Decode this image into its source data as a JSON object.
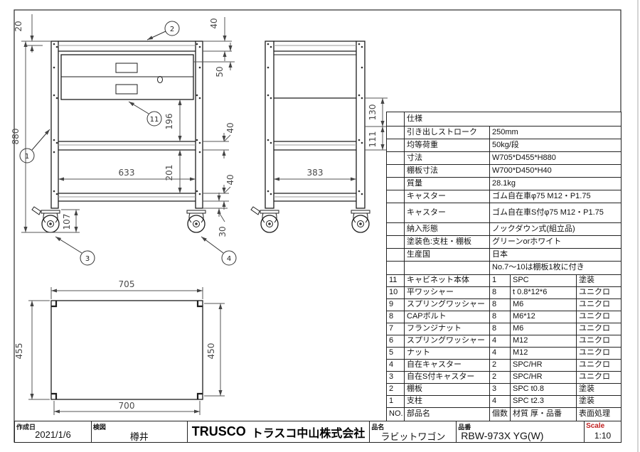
{
  "title_block": {
    "created_label": "作成日",
    "created_value": "2021/1/6",
    "checked_label": "検図",
    "checked_value": "樽井",
    "company_logo": "TRUSCO",
    "company_name": "トラスコ中山株式会社",
    "product_label": "品名",
    "product_value": "ラビットワゴン",
    "part_no_label": "品番",
    "part_no_value": "RBW-973X YG(W)",
    "scale_label": "Scale",
    "scale_value": "1:10",
    "scale_label_color": "#c02020"
  },
  "spec_table": {
    "title": "仕様",
    "rows": [
      {
        "label": "引き出しストローク",
        "value": "250mm"
      },
      {
        "label": "均等荷重",
        "value": "50kg/段"
      },
      {
        "label": "寸法",
        "value": "W705*D455*H880"
      },
      {
        "label": "棚板寸法",
        "value": "W700*D450*H40"
      },
      {
        "label": "質量",
        "value": "28.1kg"
      },
      {
        "label": "キャスター",
        "value": "ゴム自在車φ75 M12・P1.75"
      },
      {
        "label": "キャスター",
        "value": "ゴム自在車S付φ75 M12・P1.75"
      },
      {
        "label": "納入形態",
        "value": "ノックダウン式(組立品)"
      },
      {
        "label": "塗装色:支柱・棚板",
        "value": "グリーンorホワイト"
      },
      {
        "label": "生産国",
        "value": "日本"
      },
      {
        "label": "",
        "value": "No.7～10は棚板1枚に付き"
      }
    ]
  },
  "parts_table": {
    "header": {
      "no": "NO.",
      "name": "部品名",
      "qty": "個数",
      "material": "材質 厚・品番",
      "finish": "表面処理"
    },
    "rows": [
      {
        "no": "11",
        "name": "キャビネット本体",
        "qty": "1",
        "material": "SPC",
        "finish": "塗装"
      },
      {
        "no": "10",
        "name": "平ワッシャー",
        "qty": "8",
        "material": "t 0.8*12*6",
        "finish": "ユニクロ"
      },
      {
        "no": "9",
        "name": "スプリングワッシャー",
        "qty": "8",
        "material": "M6",
        "finish": "ユニクロ"
      },
      {
        "no": "8",
        "name": "CAPボルト",
        "qty": "8",
        "material": "M6*12",
        "finish": "ユニクロ"
      },
      {
        "no": "7",
        "name": "フランジナット",
        "qty": "8",
        "material": "M6",
        "finish": "ユニクロ"
      },
      {
        "no": "6",
        "name": "スプリングワッシャー",
        "qty": "4",
        "material": "M12",
        "finish": "ユニクロ"
      },
      {
        "no": "5",
        "name": "ナット",
        "qty": "4",
        "material": "M12",
        "finish": "ユニクロ"
      },
      {
        "no": "4",
        "name": "自在キャスター",
        "qty": "2",
        "material": "SPC/HR",
        "finish": "ユニクロ"
      },
      {
        "no": "3",
        "name": "自在S付キャスター",
        "qty": "2",
        "material": "SPC/HR",
        "finish": "ユニクロ"
      },
      {
        "no": "2",
        "name": "棚板",
        "qty": "3",
        "material": "SPC t0.8",
        "finish": "塗装"
      },
      {
        "no": "1",
        "name": "支柱",
        "qty": "4",
        "material": "SPC t2.3",
        "finish": "塗装"
      }
    ]
  },
  "drawing": {
    "dims": {
      "d20": "20",
      "d880": "880",
      "d40top": "40",
      "d50": "50",
      "d196": "196",
      "d201": "201",
      "d633": "633",
      "d40mid": "40",
      "d40low": "40",
      "d30": "30",
      "d107": "107",
      "d130": "130",
      "d111": "111",
      "d383": "383",
      "d705": "705",
      "d455": "455",
      "d450": "450",
      "d700": "700"
    },
    "callouts": {
      "c1": "1",
      "c2": "2",
      "c3": "3",
      "c4": "4",
      "c11": "11"
    }
  }
}
